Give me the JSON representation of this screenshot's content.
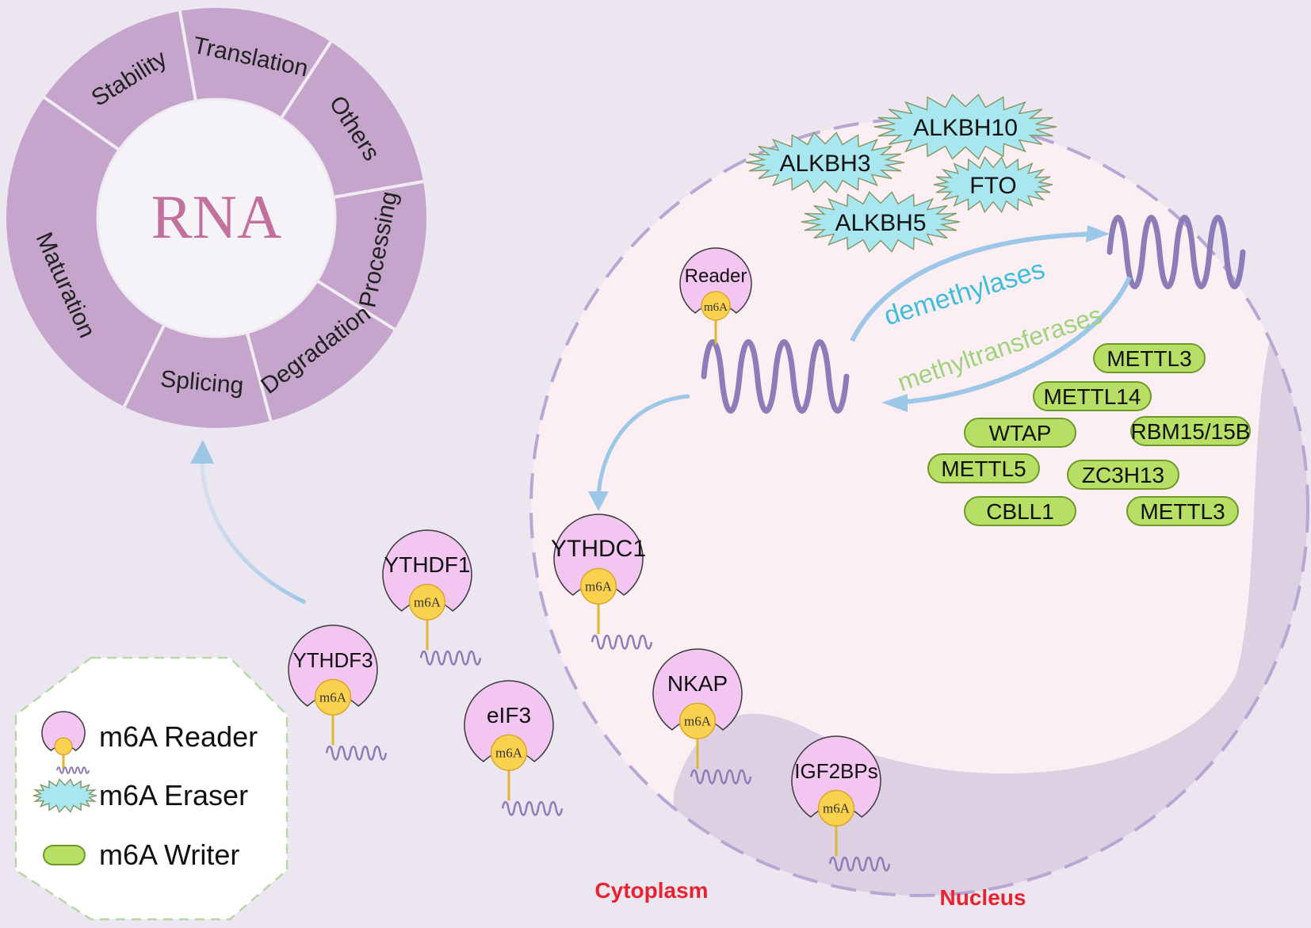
{
  "rna_wheel": {
    "center_label": "RNA",
    "segments": [
      "Stability",
      "Translation",
      "Others",
      "Processing",
      "Degradation",
      "Splicing",
      "Maturation"
    ]
  },
  "erasers": [
    "ALKBH10",
    "ALKBH3",
    "FTO",
    "ALKBH5"
  ],
  "writers": [
    "METTL3",
    "METTL14",
    "WTAP",
    "RBM15/15B",
    "METTL5",
    "ZC3H13",
    "CBLL1",
    "METTL3"
  ],
  "arrows": {
    "demethylases": "demethylases",
    "methyltransferases": "methyltransferases"
  },
  "mark_label": "m6A",
  "readers": {
    "nuclear_reader": "Reader",
    "ythdc1": "YTHDC1",
    "ythdf1": "YTHDF1",
    "ythdf3": "YTHDF3",
    "eif3": "eIF3",
    "nkap": "NKAP",
    "igf2bps": "IGF2BPs"
  },
  "legend": {
    "reader": "m6A Reader",
    "eraser": "m6A Eraser",
    "writer": "m6A Writer"
  },
  "regions": {
    "cytoplasm": "Cytoplasm",
    "nucleus": "Nucleus"
  },
  "colors": {
    "cytoplasm_bg": "#ece6f1",
    "nucleus_bg": "#fbeff4",
    "nucleus_inner": "#ddd0e3",
    "wheel": "#c6a5cd",
    "rna_text": "#c2709c",
    "reader_pink": "#f2c6f1",
    "m6a_yellow": "#fbd24f",
    "rna_strand": "#8c7cb8",
    "eraser_blue": "#a9e7f0",
    "writer_green": "#b7df66",
    "arrow_blue": "#9cc7e6",
    "demethylases_text": "#3fbedb",
    "methyltransferases_text": "#9ed37c",
    "region_label": "#e8232f"
  }
}
